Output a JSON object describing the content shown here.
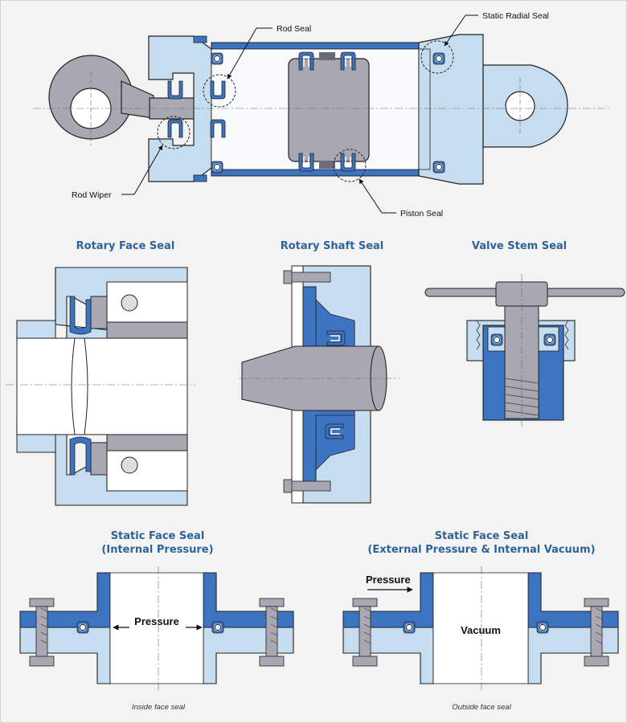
{
  "colors": {
    "seal": "#3c74c2",
    "body": "#c6dcef",
    "metal": "#a9a7b2",
    "title": "#2f6397",
    "outline": "#222222"
  },
  "cylinder": {
    "callouts": {
      "rod_seal": "Rod Seal",
      "static_radial_seal": "Static Radial Seal",
      "rod_wiper": "Rod Wiper",
      "piston_seal": "Piston Seal"
    }
  },
  "sections": {
    "rotary_face": {
      "title": "Rotary Face Seal"
    },
    "rotary_shaft": {
      "title": "Rotary Shaft Seal"
    },
    "valve_stem": {
      "title": "Valve Stem Seal"
    },
    "static_internal": {
      "title_line1": "Static Face Seal",
      "title_line2": "(Internal Pressure)",
      "label": "Pressure",
      "caption": "Inside face seal"
    },
    "static_external": {
      "title_line1": "Static Face Seal",
      "title_line2": "(External Pressure & Internal Vacuum)",
      "pressure_label": "Pressure",
      "vacuum_label": "Vacuum",
      "caption": "Outside face seal"
    }
  }
}
